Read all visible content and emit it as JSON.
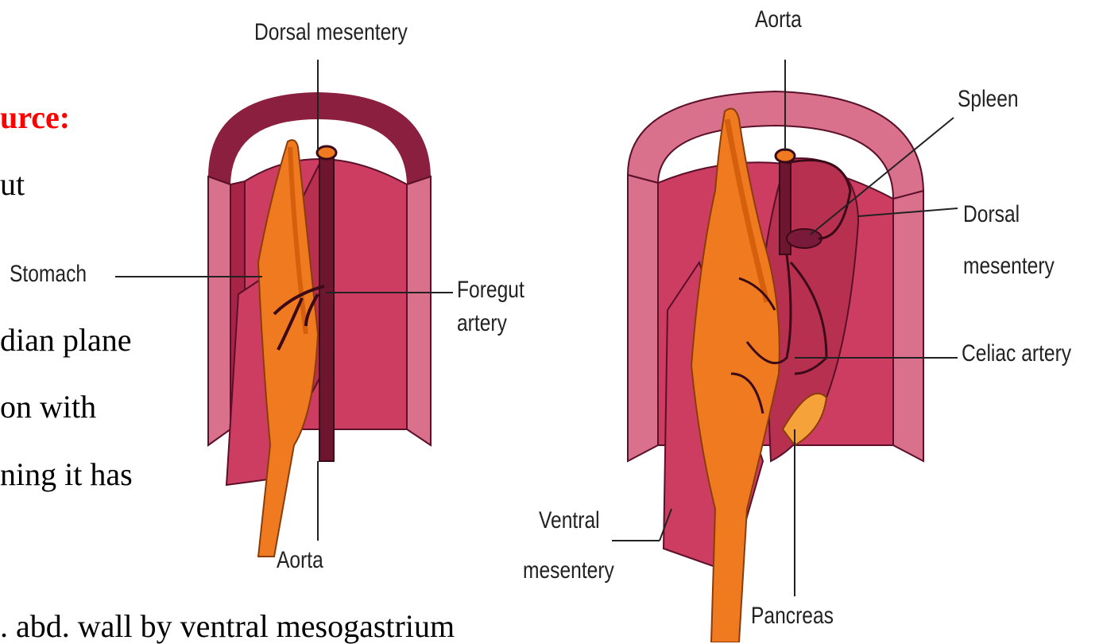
{
  "slide_text": {
    "heading": "urce:",
    "line1": "ut",
    "line2": "dian plane",
    "line3": "on with",
    "line4": "ning it has",
    "line5": ". abd. wall by ventral mesogastrium"
  },
  "figure_left": {
    "labels": {
      "dorsal_mesentery": "Dorsal mesentery",
      "stomach": "Stomach",
      "foregut": "Foregut",
      "artery": "artery",
      "aorta": "Aorta"
    }
  },
  "figure_right": {
    "labels": {
      "aorta": "Aorta",
      "spleen": "Spleen",
      "dorsal": "Dorsal",
      "mesentery": "mesentery",
      "celiac_artery": "Celiac artery",
      "ventral": "Ventral",
      "ventral_mesentery": "mesentery",
      "pancreas": "Pancreas"
    }
  },
  "colors": {
    "wall": "#cc3d61",
    "wall_dark": "#a82447",
    "wall_light": "#d9708c",
    "wall_top": "#8a1f3f",
    "gut": "#f07a1f",
    "gut_dark": "#d4600e",
    "aorta": "#6e1530",
    "text_red": "#ff0000"
  }
}
